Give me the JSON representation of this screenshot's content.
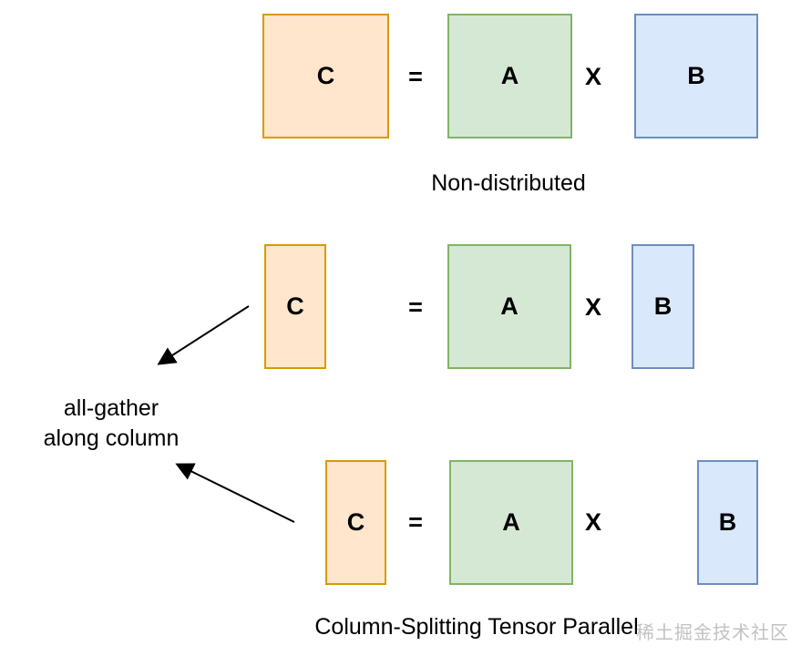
{
  "colors": {
    "orange_fill": "#ffe6cc",
    "orange_stroke": "#d79b00",
    "green_fill": "#d5e8d4",
    "green_stroke": "#82b366",
    "blue_fill": "#dae8fc",
    "blue_stroke": "#6c8ebf",
    "arrow": "#000000",
    "watermark": "#c2c2c2"
  },
  "rows": {
    "non_distributed": {
      "c_label": "C",
      "equals": "=",
      "a_label": "A",
      "times": "X",
      "b_label": "B",
      "caption": "Non-distributed"
    },
    "split_row_1": {
      "c_label": "C",
      "equals": "=",
      "a_label": "A",
      "times": "X",
      "b_label": "B"
    },
    "split_row_2": {
      "c_label": "C",
      "equals": "=",
      "a_label": "A",
      "times": "X",
      "b_label": "B",
      "caption": "Column-Splitting Tensor Parallel"
    }
  },
  "annotations": {
    "all_gather_line1": "all-gather",
    "all_gather_line2": "along column",
    "watermark": "稀土掘金技术社区"
  }
}
